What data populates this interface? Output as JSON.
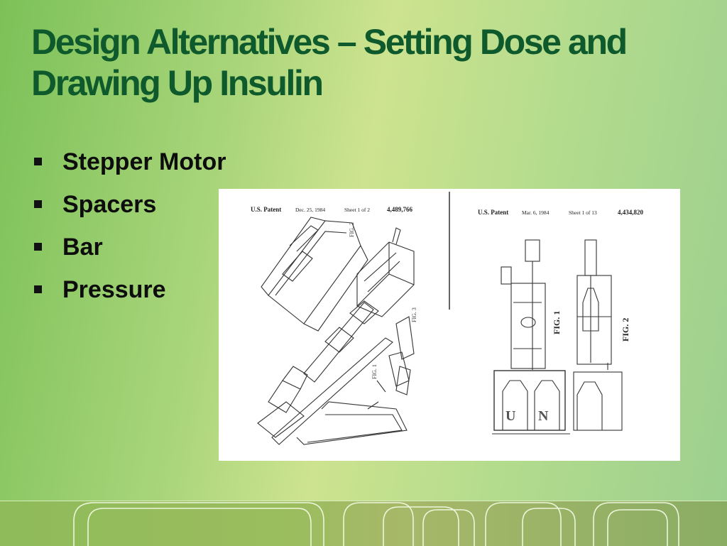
{
  "slide": {
    "title": "Design Alternatives – Setting Dose and Drawing Up Insulin",
    "bullets": [
      "Stepper Motor",
      "Spacers",
      "Bar",
      "Pressure"
    ]
  },
  "figure": {
    "left_patent": {
      "header": "U.S. Patent",
      "date": "Dec. 25, 1984",
      "sheet": "Sheet 1 of 2",
      "number": "4,489,766",
      "fig_labels": [
        "FIG. 2",
        "FIG. 3",
        "FIG. 1"
      ]
    },
    "right_patent": {
      "header": "U.S. Patent",
      "date": "Mar. 6, 1984",
      "sheet": "Sheet 1 of 13",
      "number": "4,434,820",
      "fig_labels": [
        "FIG. 1",
        "FIG. 2"
      ],
      "vial_letters": [
        "U",
        "N"
      ]
    }
  },
  "colors": {
    "title": "#0e5a2c",
    "bullet_text": "#0d0d0d"
  }
}
